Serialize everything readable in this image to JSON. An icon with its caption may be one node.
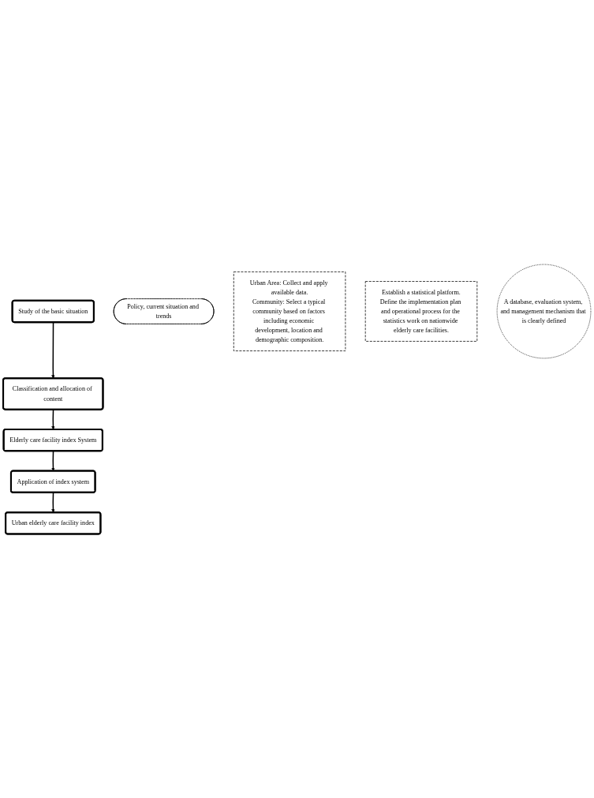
{
  "diagram": {
    "nodes": [
      {
        "text": [
          "Study of the basic situation"
        ]
      },
      {
        "text": [
          "Policy, current situation and trends"
        ]
      },
      {
        "text": [
          "Classification and allocation of content"
        ]
      },
      {
        "text": [
          "Urban Area: Collect and apply available data.",
          "Community: Select a typical community based on factors including economic development, location and demographic composition."
        ]
      },
      {
        "text": [
          "Elderly care facility index System"
        ]
      },
      {
        "text": [
          "Application of index system"
        ]
      },
      {
        "text": [
          "Establish a statistical platform.",
          "Define the implementation plan and operational process for the statistics work on nationwide elderly care facilities."
        ]
      },
      {
        "text": [
          "A database, evaluation system, and management mechanism that is clearly defined"
        ]
      },
      {
        "text": [
          "Urban elderly care facility index"
        ]
      }
    ],
    "edges": [
      {
        "from": 0,
        "to": 2,
        "arrow": "to"
      },
      {
        "from": 2,
        "to": 4,
        "arrow": "to"
      },
      {
        "from": 4,
        "to": 5,
        "arrow": "to"
      },
      {
        "from": 5,
        "to": 8,
        "arrow": "to"
      }
    ]
  }
}
